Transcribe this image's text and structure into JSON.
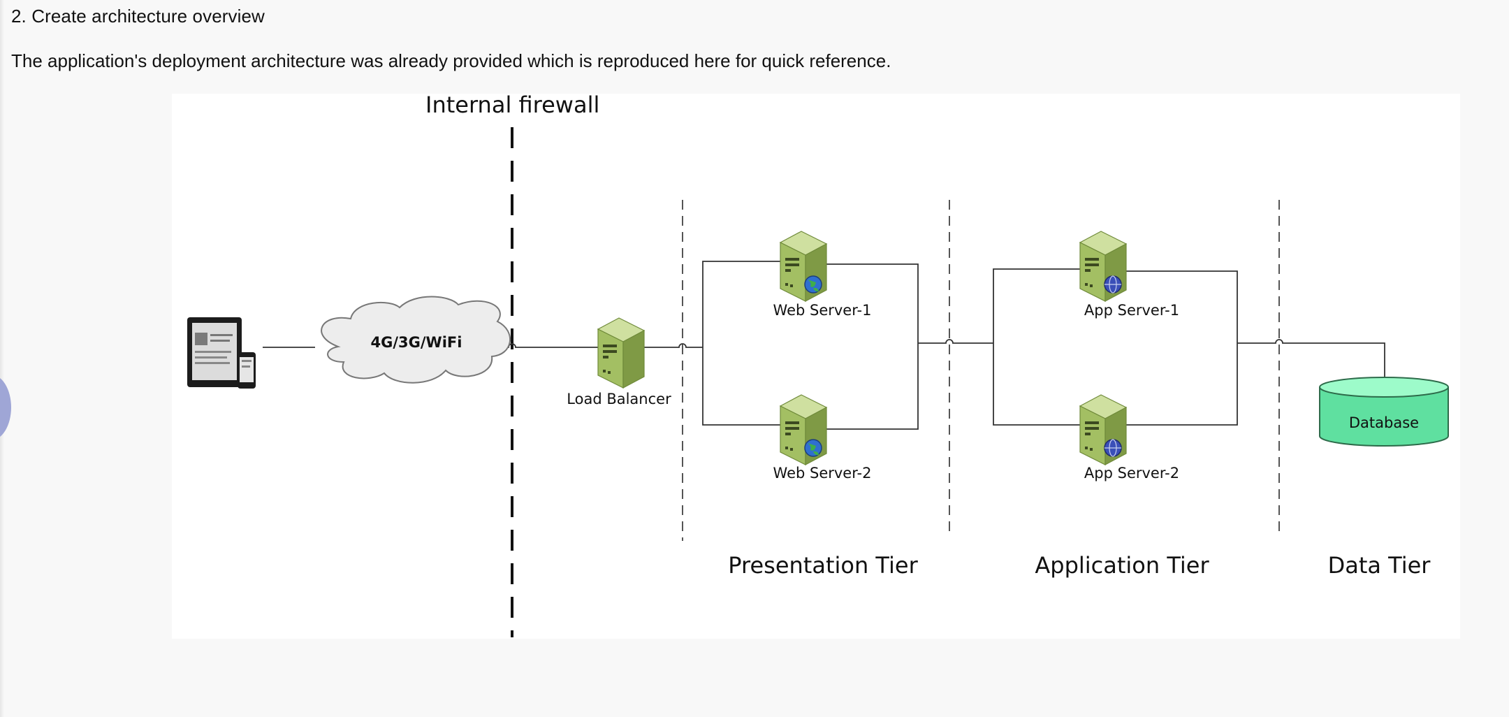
{
  "doc": {
    "heading": "2. Create architecture overview",
    "intro": "The application's deployment architecture was already provided which is reproduced here for quick reference."
  },
  "diagram": {
    "firewall_label": "Internal firewall",
    "network_label": "4G/3G/WiFi",
    "load_balancer_label": "Load Balancer",
    "web_server_1_label": "Web Server-1",
    "web_server_2_label": "Web Server-2",
    "app_server_1_label": "App Server-1",
    "app_server_2_label": "App Server-2",
    "database_label": "Database",
    "tiers": {
      "presentation": "Presentation Tier",
      "application": "Application Tier",
      "data": "Data Tier"
    },
    "colors": {
      "server_body": "#a3bf63",
      "server_dark": "#6f8a3a",
      "database_fill": "#5fe0a0",
      "database_top": "#9dfbca",
      "line": "#333333"
    },
    "icons": [
      "tablet-phone-icon",
      "cloud-icon",
      "server-icon",
      "globe-icon",
      "database-icon"
    ]
  }
}
